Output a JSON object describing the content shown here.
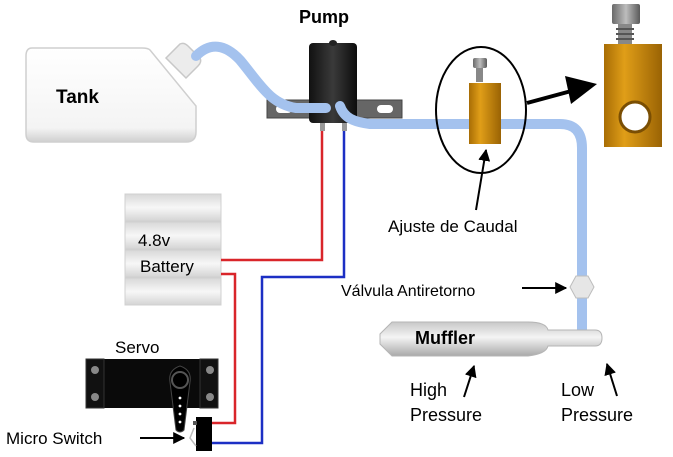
{
  "labels": {
    "tank": "Tank",
    "pump": "Pump",
    "battery_voltage": "4.8v",
    "battery": "Battery",
    "servo": "Servo",
    "micro_switch": "Micro Switch",
    "flow_adjust": "Ajuste de Caudal",
    "check_valve": "Válvula Antiretorno",
    "muffler": "Muffler",
    "high_pressure_line1": "High",
    "high_pressure_line2": "Pressure",
    "low_pressure_line1": "Low",
    "low_pressure_line2": "Pressure"
  },
  "colors": {
    "tube": "#a4c2ee",
    "wire_positive": "#d9252a",
    "wire_negative": "#1c2fc4",
    "brass": "#c98a0e",
    "pump_body": "#1e1e1e",
    "servo_body": "#0a0a0a"
  }
}
